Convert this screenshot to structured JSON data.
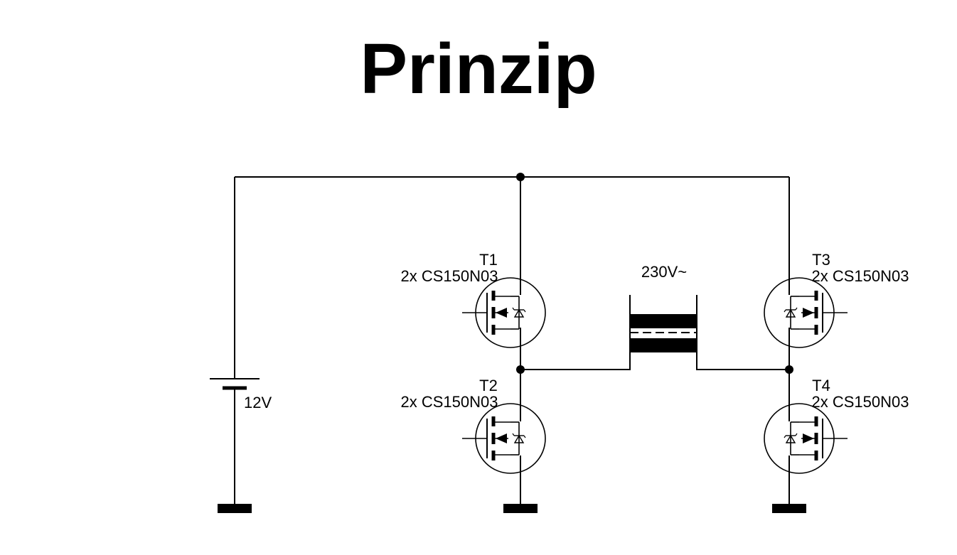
{
  "title": "Prinzip",
  "colors": {
    "wire": "#000000",
    "ac_label": "#e01010",
    "background": "#ffffff"
  },
  "battery": {
    "label": "12V"
  },
  "transformer": {
    "label": "230V~"
  },
  "transistors": [
    {
      "id": "T1",
      "part": "2x CS150N03"
    },
    {
      "id": "T2",
      "part": "2x CS150N03"
    },
    {
      "id": "T3",
      "part": "2x CS150N03"
    },
    {
      "id": "T4",
      "part": "2x CS150N03"
    }
  ]
}
